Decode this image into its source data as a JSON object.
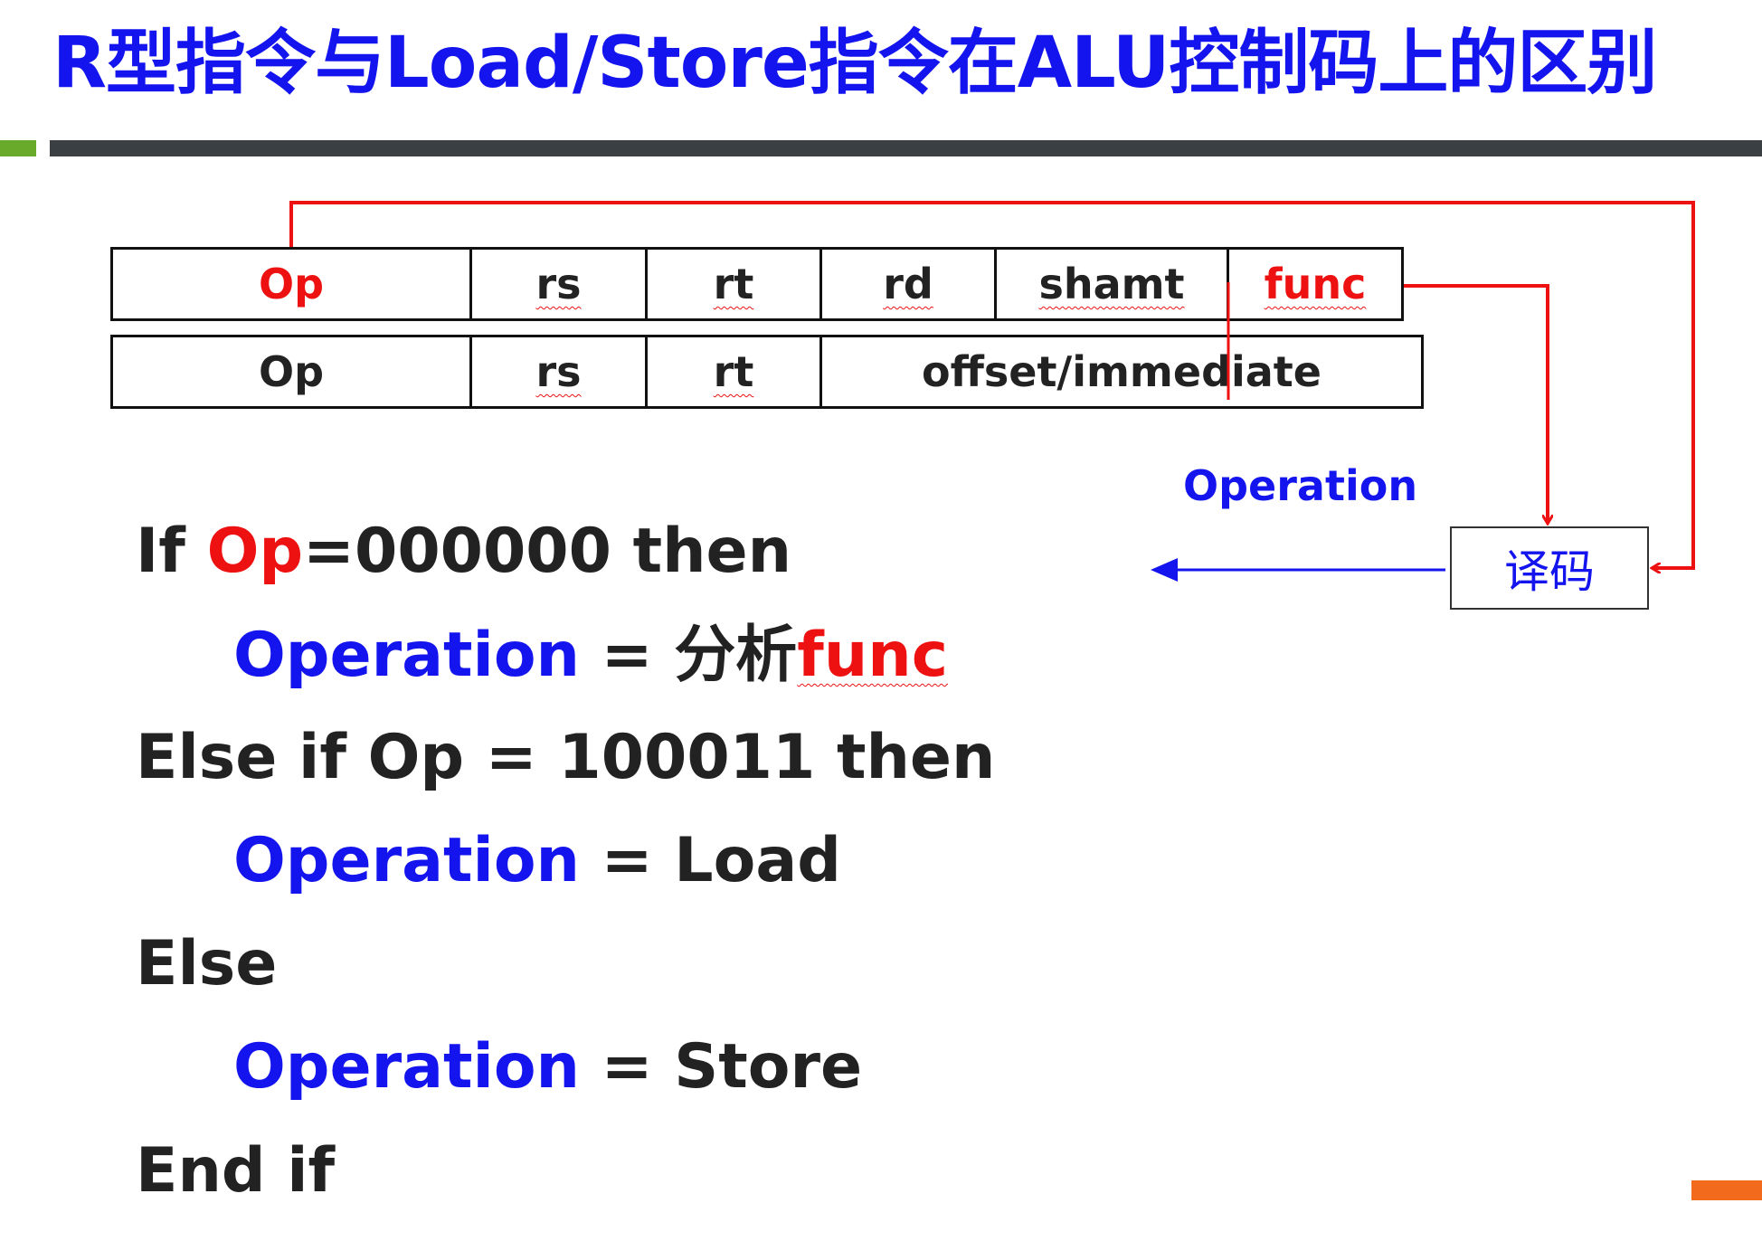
{
  "title": "R型指令与Load/Store指令在ALU控制码上的区别",
  "r_format": [
    {
      "label": "Op",
      "color": "red"
    },
    {
      "label": "rs"
    },
    {
      "label": "rt"
    },
    {
      "label": "rd"
    },
    {
      "label": "shamt"
    },
    {
      "label": "func",
      "color": "red"
    }
  ],
  "i_format": [
    {
      "label": "Op"
    },
    {
      "label": "rs"
    },
    {
      "label": "rt"
    },
    {
      "label": "offset/immediate"
    }
  ],
  "decoder": {
    "label": "译码"
  },
  "operation_label": "Operation",
  "code": {
    "line1": {
      "if": "If ",
      "op": "Op",
      "rest": "=000000 then"
    },
    "line2": {
      "operation": "Operation",
      "eq": " = 分析",
      "func": "func"
    },
    "line3": "Else if Op = 100011 then",
    "line4": {
      "operation": "Operation",
      "rest": " = Load"
    },
    "line5": "Else",
    "line6": {
      "operation": "Operation",
      "rest": " = Store"
    },
    "line7": "End if"
  },
  "colors": {
    "title": "#1414ee",
    "keyword_blue": "#1414ee",
    "highlight_red": "#ee1111",
    "text": "#222222",
    "divider_dark": "#3a3f44",
    "divider_green": "#6aaa2a",
    "accent_orange": "#f26a1b"
  }
}
